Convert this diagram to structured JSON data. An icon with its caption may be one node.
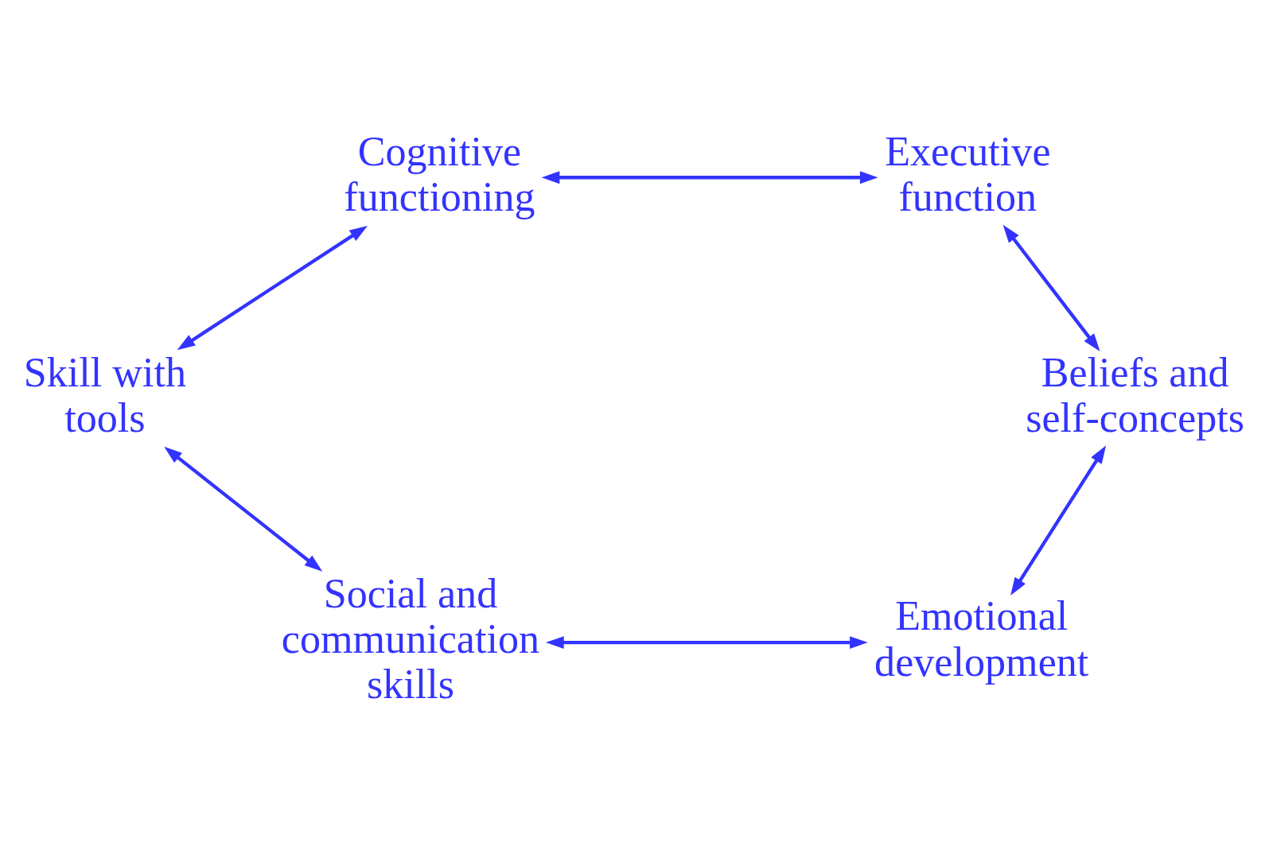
{
  "diagram": {
    "nodes": [
      {
        "text": [
          "Cognitive functioning"
        ]
      },
      {
        "text": [
          "Executive function"
        ]
      },
      {
        "text": [
          "Skill with tools"
        ]
      },
      {
        "text": [
          "Beliefs and self-concepts"
        ]
      },
      {
        "text": [
          "Social and communication skills"
        ]
      },
      {
        "text": [
          "Emotional development"
        ]
      }
    ],
    "edges": [
      {
        "from": 0,
        "to": 1,
        "arrow": "both"
      },
      {
        "from": 0,
        "to": 2,
        "arrow": "both"
      },
      {
        "from": 1,
        "to": 3,
        "arrow": "both"
      },
      {
        "from": 2,
        "to": 4,
        "arrow": "both"
      },
      {
        "from": 3,
        "to": 5,
        "arrow": "both"
      },
      {
        "from": 4,
        "to": 5,
        "arrow": "both"
      }
    ]
  }
}
